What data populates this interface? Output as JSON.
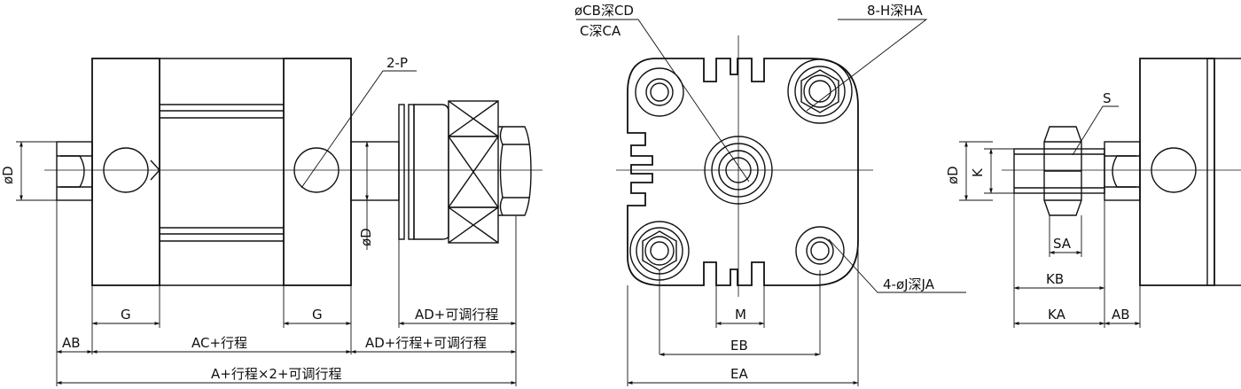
{
  "colors": {
    "ink": "#111111",
    "paper": "#ffffff"
  },
  "front_view": {
    "port_label": "2-P",
    "rod_dia": "øD",
    "body_dia": "øD",
    "g_left": "G",
    "g_right": "G",
    "ab": "AB",
    "ac": "AC+行程",
    "ad_adjust": "AD+可调行程",
    "ad_total": "AD+行程+可调行程",
    "a_total": "A+行程×2+可调行程"
  },
  "end_view": {
    "cb_label": "øCB深CD",
    "c_label": "C深CA",
    "h_label": "8-H深HA",
    "j_label": "4-øJ深JA",
    "m": "M",
    "eb": "EB",
    "ea": "EA"
  },
  "side_view": {
    "s": "S",
    "dia": "øD",
    "k": "K",
    "sa": "SA",
    "kb": "KB",
    "ka": "KA",
    "ab": "AB"
  }
}
